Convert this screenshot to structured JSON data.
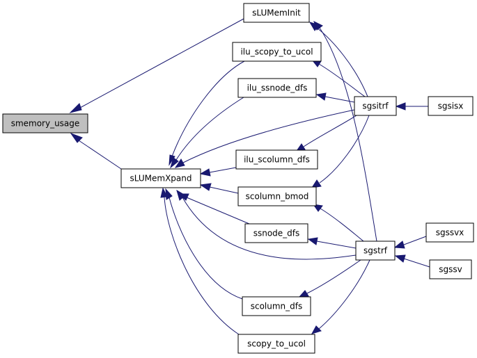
{
  "graph": {
    "colors": {
      "edge": "#191970",
      "node_fill": "#ffffff",
      "highlight_fill": "#bfbfbf",
      "node_border": "#000000"
    },
    "nodes": [
      {
        "id": "smemory_usage",
        "label": "smemory_usage",
        "highlighted": true
      },
      {
        "id": "sLUMemInit",
        "label": "sLUMemInit"
      },
      {
        "id": "ilu_scopy_to_ucol",
        "label": "ilu_scopy_to_ucol"
      },
      {
        "id": "ilu_ssnode_dfs",
        "label": "ilu_ssnode_dfs"
      },
      {
        "id": "sLUMemXpand",
        "label": "sLUMemXpand"
      },
      {
        "id": "ilu_scolumn_dfs",
        "label": "ilu_scolumn_dfs"
      },
      {
        "id": "scolumn_bmod",
        "label": "scolumn_bmod"
      },
      {
        "id": "ssnode_dfs",
        "label": "ssnode_dfs"
      },
      {
        "id": "scolumn_dfs",
        "label": "scolumn_dfs"
      },
      {
        "id": "scopy_to_ucol",
        "label": "scopy_to_ucol"
      },
      {
        "id": "sgsitrf",
        "label": "sgsitrf"
      },
      {
        "id": "sgstrf",
        "label": "sgstrf"
      },
      {
        "id": "sgsisx",
        "label": "sgsisx"
      },
      {
        "id": "sgssvx",
        "label": "sgssvx"
      },
      {
        "id": "sgssv",
        "label": "sgssv"
      }
    ],
    "edges": [
      {
        "from": "sLUMemInit",
        "to": "smemory_usage"
      },
      {
        "from": "sLUMemXpand",
        "to": "smemory_usage"
      },
      {
        "from": "ilu_scopy_to_ucol",
        "to": "sLUMemXpand"
      },
      {
        "from": "ilu_ssnode_dfs",
        "to": "sLUMemXpand"
      },
      {
        "from": "sgsitrf",
        "to": "sLUMemXpand"
      },
      {
        "from": "ilu_scolumn_dfs",
        "to": "sLUMemXpand"
      },
      {
        "from": "scolumn_bmod",
        "to": "sLUMemXpand"
      },
      {
        "from": "ssnode_dfs",
        "to": "sLUMemXpand"
      },
      {
        "from": "sgstrf",
        "to": "sLUMemXpand"
      },
      {
        "from": "scolumn_dfs",
        "to": "sLUMemXpand"
      },
      {
        "from": "scopy_to_ucol",
        "to": "sLUMemXpand"
      },
      {
        "from": "sgsitrf",
        "to": "sLUMemInit"
      },
      {
        "from": "sgstrf",
        "to": "sLUMemInit"
      },
      {
        "from": "sgsitrf",
        "to": "ilu_scopy_to_ucol"
      },
      {
        "from": "sgsitrf",
        "to": "ilu_ssnode_dfs"
      },
      {
        "from": "sgsitrf",
        "to": "ilu_scolumn_dfs"
      },
      {
        "from": "sgsitrf",
        "to": "scolumn_bmod"
      },
      {
        "from": "sgstrf",
        "to": "scolumn_bmod"
      },
      {
        "from": "sgstrf",
        "to": "ssnode_dfs"
      },
      {
        "from": "sgstrf",
        "to": "scolumn_dfs"
      },
      {
        "from": "sgstrf",
        "to": "scopy_to_ucol"
      },
      {
        "from": "sgsisx",
        "to": "sgsitrf"
      },
      {
        "from": "sgssvx",
        "to": "sgstrf"
      },
      {
        "from": "sgssv",
        "to": "sgstrf"
      }
    ]
  }
}
